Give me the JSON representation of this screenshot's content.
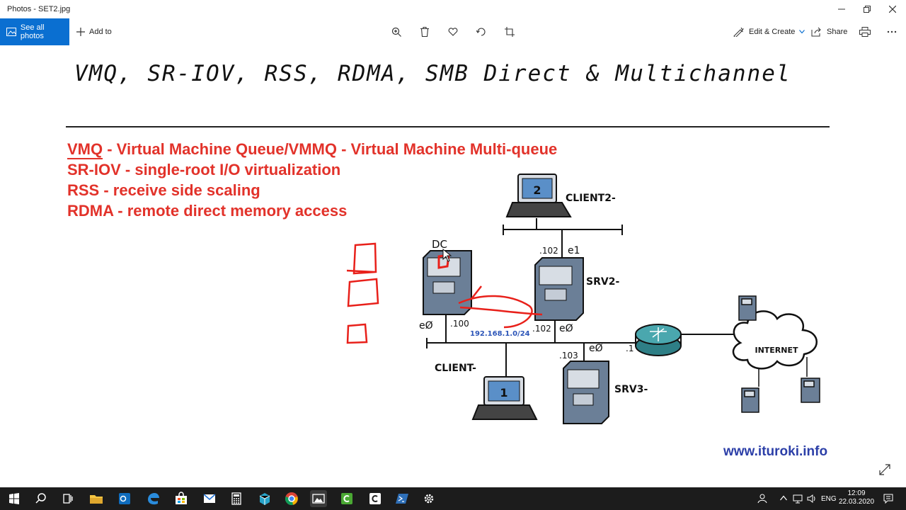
{
  "window": {
    "title": "Photos - SET2.jpg"
  },
  "toolbar": {
    "see_all": "See all photos",
    "add_to": "Add to",
    "edit_create": "Edit & Create",
    "share": "Share"
  },
  "slide": {
    "title": "VMQ, SR-IOV, RSS, RDMA, SMB Direct & Multichannel",
    "line1_term": "VMQ",
    "line1_rest": " - Virtual Machine Queue/VMMQ - Virtual Machine Multi-queue",
    "line2": "SR-IOV - single-root I/O virtualization",
    "line3": "RSS - receive side scaling",
    "line4": "RDMA - remote direct memory access",
    "watermark": "www.ituroki.info"
  },
  "diagram": {
    "client2": "CLIENT2-",
    "client2_screen": "2",
    "dc": "DC",
    "srv2": "SRV2-",
    "srv3": "SRV3-",
    "client": "CLIENT-",
    "client_screen": "1",
    "internet": "INTERNET",
    "ip102a": ".102",
    "e1": "e1",
    "e0_dc": "eØ",
    "ip100": ".100",
    "subnet": "192.168.1.0/24",
    "ip102b": ".102",
    "e0_srv2": "eØ",
    "ip103": ".103",
    "e0_srv3": "eØ",
    "ip1": ".1"
  },
  "taskbar": {
    "lang": "ENG",
    "time": "12:09",
    "date": "22.03.2020"
  },
  "colors": {
    "accent": "#0a6fd1",
    "red_text": "#e2322a",
    "watermark": "#2c3fa8",
    "taskbar": "#1c1c1c"
  }
}
